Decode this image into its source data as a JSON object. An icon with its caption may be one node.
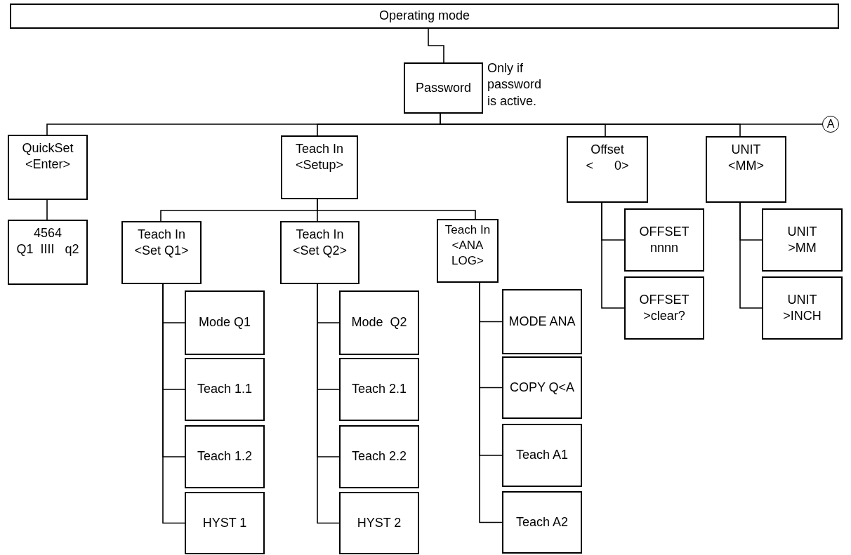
{
  "diagram": {
    "nodes": [
      {
        "text": [
          "Operating mode"
        ]
      },
      {
        "text": [
          "Password"
        ],
        "beside": [
          "Only if password is active."
        ]
      },
      {
        "text": [
          "QuickSet",
          "<Enter>"
        ]
      },
      {
        "text": [
          "Teach In",
          "<Setup>"
        ]
      },
      {
        "text": [
          "Offset",
          "<      0>"
        ]
      },
      {
        "text": [
          "UNIT",
          "<MM>"
        ]
      },
      {
        "text": [
          "A"
        ]
      },
      {
        "text": [
          "4564",
          "Q1  IIII   q2"
        ]
      },
      {
        "text": [
          "Teach In",
          "<Set Q1>"
        ]
      },
      {
        "text": [
          "Teach In",
          "<Set Q2>"
        ]
      },
      {
        "text": [
          "Teach In",
          "<ANA LOG>"
        ]
      },
      {
        "text": [
          "Mode Q1"
        ]
      },
      {
        "text": [
          "Teach 1.1"
        ]
      },
      {
        "text": [
          "Teach 1.2"
        ]
      },
      {
        "text": [
          "HYST 1"
        ]
      },
      {
        "text": [
          "Mode  Q2"
        ]
      },
      {
        "text": [
          "Teach 2.1"
        ]
      },
      {
        "text": [
          "Teach 2.2"
        ]
      },
      {
        "text": [
          "HYST 2"
        ]
      },
      {
        "text": [
          "MODE ANA"
        ]
      },
      {
        "text": [
          "COPY Q<A"
        ]
      },
      {
        "text": [
          "Teach A1"
        ]
      },
      {
        "text": [
          "Teach A2"
        ]
      },
      {
        "text": [
          "OFFSET",
          "nnnn"
        ]
      },
      {
        "text": [
          "OFFSET",
          ">clear?"
        ]
      },
      {
        "text": [
          "UNIT",
          ">MM"
        ]
      },
      {
        "text": [
          "UNIT",
          ">INCH"
        ]
      }
    ],
    "edges": [
      {
        "from": 0,
        "to": 1,
        "arrow": "none"
      },
      {
        "from": 1,
        "to": 2,
        "arrow": "none"
      },
      {
        "from": 1,
        "to": 3,
        "arrow": "none"
      },
      {
        "from": 1,
        "to": 4,
        "arrow": "none"
      },
      {
        "from": 1,
        "to": 5,
        "arrow": "none"
      },
      {
        "from": 1,
        "to": 6,
        "arrow": "none"
      },
      {
        "from": 2,
        "to": 7,
        "arrow": "none"
      },
      {
        "from": 3,
        "to": 8,
        "arrow": "none"
      },
      {
        "from": 3,
        "to": 9,
        "arrow": "none"
      },
      {
        "from": 3,
        "to": 10,
        "arrow": "none"
      },
      {
        "from": 8,
        "to": 11,
        "arrow": "none"
      },
      {
        "from": 8,
        "to": 12,
        "arrow": "none"
      },
      {
        "from": 8,
        "to": 13,
        "arrow": "none"
      },
      {
        "from": 8,
        "to": 14,
        "arrow": "none"
      },
      {
        "from": 9,
        "to": 15,
        "arrow": "none"
      },
      {
        "from": 9,
        "to": 16,
        "arrow": "none"
      },
      {
        "from": 9,
        "to": 17,
        "arrow": "none"
      },
      {
        "from": 9,
        "to": 18,
        "arrow": "none"
      },
      {
        "from": 10,
        "to": 19,
        "arrow": "none"
      },
      {
        "from": 10,
        "to": 20,
        "arrow": "none"
      },
      {
        "from": 10,
        "to": 21,
        "arrow": "none"
      },
      {
        "from": 10,
        "to": 22,
        "arrow": "none"
      },
      {
        "from": 4,
        "to": 23,
        "arrow": "none"
      },
      {
        "from": 4,
        "to": 24,
        "arrow": "none"
      },
      {
        "from": 5,
        "to": 25,
        "arrow": "none"
      },
      {
        "from": 5,
        "to": 26,
        "arrow": "none"
      }
    ]
  }
}
